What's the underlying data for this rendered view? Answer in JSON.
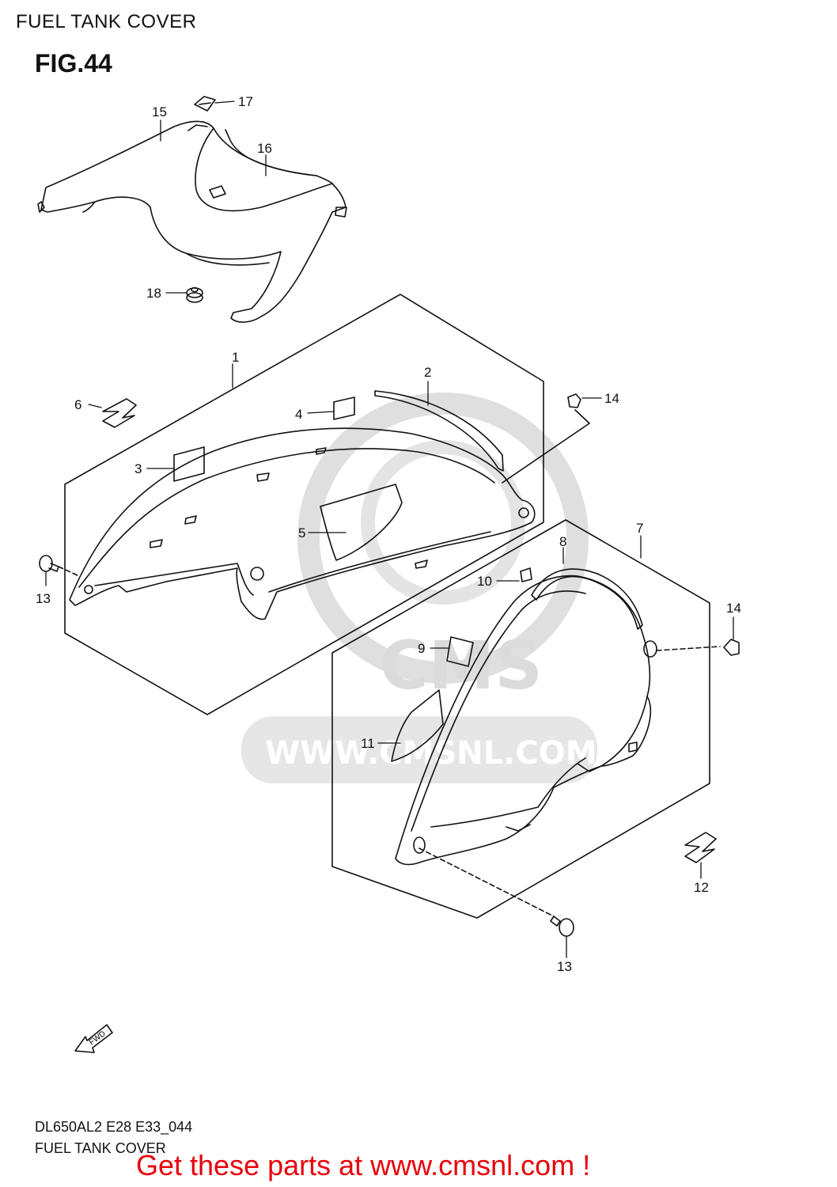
{
  "header": {
    "title": "FUEL TANK COVER",
    "figure": "FIG.44"
  },
  "watermark": {
    "brand": "CMS",
    "url": "WWW.CMSNL.COM"
  },
  "callouts": [
    "1",
    "2",
    "3",
    "4",
    "5",
    "6",
    "7",
    "8",
    "9",
    "10",
    "11",
    "12",
    "13",
    "13",
    "14",
    "14",
    "15",
    "16",
    "17",
    "18"
  ],
  "fwd_arrow": {
    "label": "FWD"
  },
  "footer": {
    "model_code": "DL650AL2 E28 E33_044",
    "title": "FUEL TANK COVER",
    "promo": "Get these parts at www.cmsnl.com !"
  },
  "colors": {
    "line": "#111111",
    "watermark": "#d8d8d8",
    "promo": "#e8000b"
  }
}
